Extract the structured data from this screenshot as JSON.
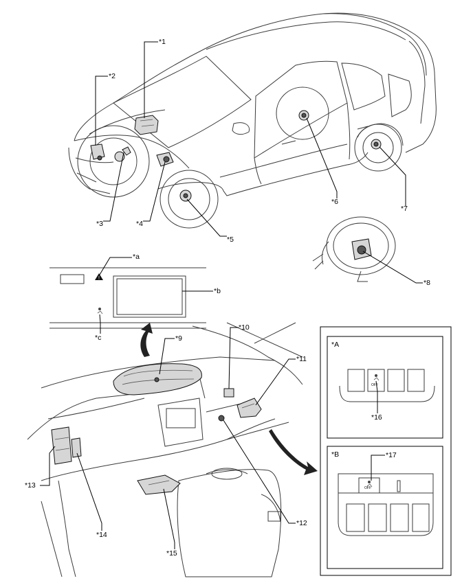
{
  "labels": {
    "c1": "*1",
    "c2": "*2",
    "c3": "*3",
    "c4": "*4",
    "c5": "*5",
    "c6": "*6",
    "c7": "*7",
    "c8": "*8",
    "c9": "*9",
    "c10": "*10",
    "c11": "*11",
    "c12": "*12",
    "c13": "*13",
    "c14": "*14",
    "c15": "*15",
    "c16": "*16",
    "c17": "*17",
    "a": "*a",
    "b": "*b",
    "c": "*c",
    "A": "*A",
    "B": "*B"
  },
  "switch_text": "OFF",
  "icons": [
    "warning-triangle-icon",
    "airbag-off-icon",
    "large-arrow-icon"
  ]
}
